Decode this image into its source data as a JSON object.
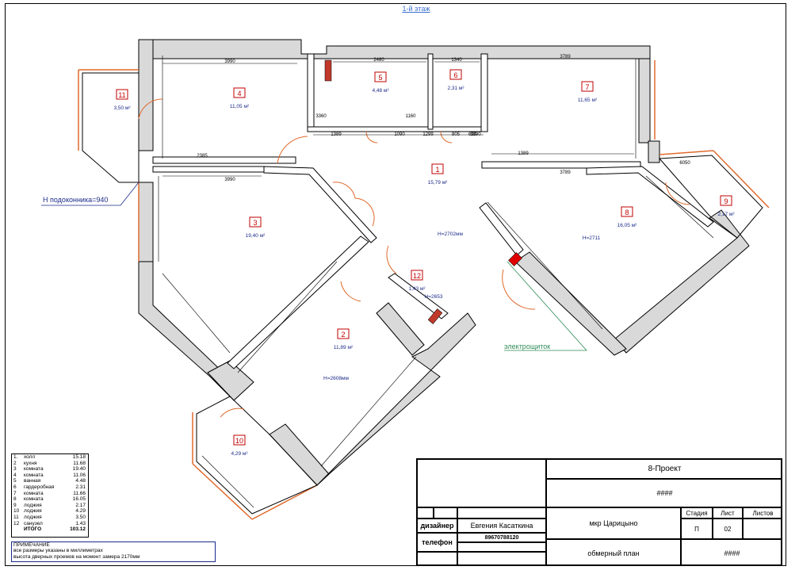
{
  "page_title": "1-й этаж",
  "rooms": [
    {
      "num": "1",
      "area": "15,79 м²"
    },
    {
      "num": "2",
      "area": "11,89 м²"
    },
    {
      "num": "3",
      "area": "19,40 м²"
    },
    {
      "num": "4",
      "area": "11,05 м²"
    },
    {
      "num": "5",
      "area": "4,48 м²"
    },
    {
      "num": "6",
      "area": "2,31 м²"
    },
    {
      "num": "7",
      "area": "11,65 м²"
    },
    {
      "num": "8",
      "area": "16,05 м²"
    },
    {
      "num": "9",
      "area": "2,17 м²"
    },
    {
      "num": "10",
      "area": "4,29 м²"
    },
    {
      "num": "11",
      "area": "3,50 м²"
    },
    {
      "num": "12",
      "area": "1,43 м²"
    }
  ],
  "heights": {
    "hall": "H=2702мм",
    "room2": "H=2608мм",
    "room8": "H=2711",
    "room12": "H=2653"
  },
  "annotations": {
    "sill": "Н подоконника=940",
    "electric": "электрощиток"
  },
  "dimensions": [
    "3990",
    "2480",
    "1340",
    "3789",
    "2385",
    "3990",
    "1389",
    "1090",
    "1389",
    "3789",
    "6050",
    "1299",
    "3360",
    "1160",
    "805",
    "690",
    "3390"
  ],
  "legend": {
    "rows": [
      {
        "n": "1.",
        "name": "холл",
        "value": "15.18"
      },
      {
        "n": "2",
        "name": "кухня",
        "value": "11.68"
      },
      {
        "n": "3",
        "name": "комната",
        "value": "19.40"
      },
      {
        "n": "4",
        "name": "комната",
        "value": "11.06"
      },
      {
        "n": "5",
        "name": "ванная",
        "value": "4.48"
      },
      {
        "n": "6",
        "name": "гардеробная",
        "value": "2.31"
      },
      {
        "n": "7",
        "name": "комната",
        "value": "11.66"
      },
      {
        "n": "8",
        "name": "комната",
        "value": "16.05"
      },
      {
        "n": "9",
        "name": "лоджия",
        "value": "2.17"
      },
      {
        "n": "10",
        "name": "лоджия",
        "value": "4.29"
      },
      {
        "n": "11",
        "name": "лоджия",
        "value": "3.50"
      },
      {
        "n": "12",
        "name": "санузел",
        "value": "1.43"
      }
    ],
    "total_label": "ИТОГО",
    "total_value": "103.12"
  },
  "note": {
    "title": "ПРИМЕЧАНИЕ",
    "line1": "все размеры указаны в миллиметрах",
    "line2": "высота дверных проемов на момент замера 2170мм"
  },
  "title_block": {
    "project": "8-Проект",
    "code": "####",
    "designer_label": "дизайнер",
    "designer_name": "Евгения  Касаткина",
    "phone_label": "телефон",
    "phone": "89670788120",
    "location": "мкр Царицыно",
    "stage_label": "Стадия",
    "stage": "П",
    "sheet_label": "Лист",
    "sheet": "02",
    "sheets_label": "Листов",
    "doc_type": "обмерный план",
    "doc_code": "####"
  },
  "colors": {
    "wall_fill": "#d9d9d9",
    "door_arc": "#e06a2c",
    "label_red": "#c00000",
    "label_blue": "#1b2a8a",
    "annotation": "#2e8b57",
    "link": "#3b6fd0"
  }
}
